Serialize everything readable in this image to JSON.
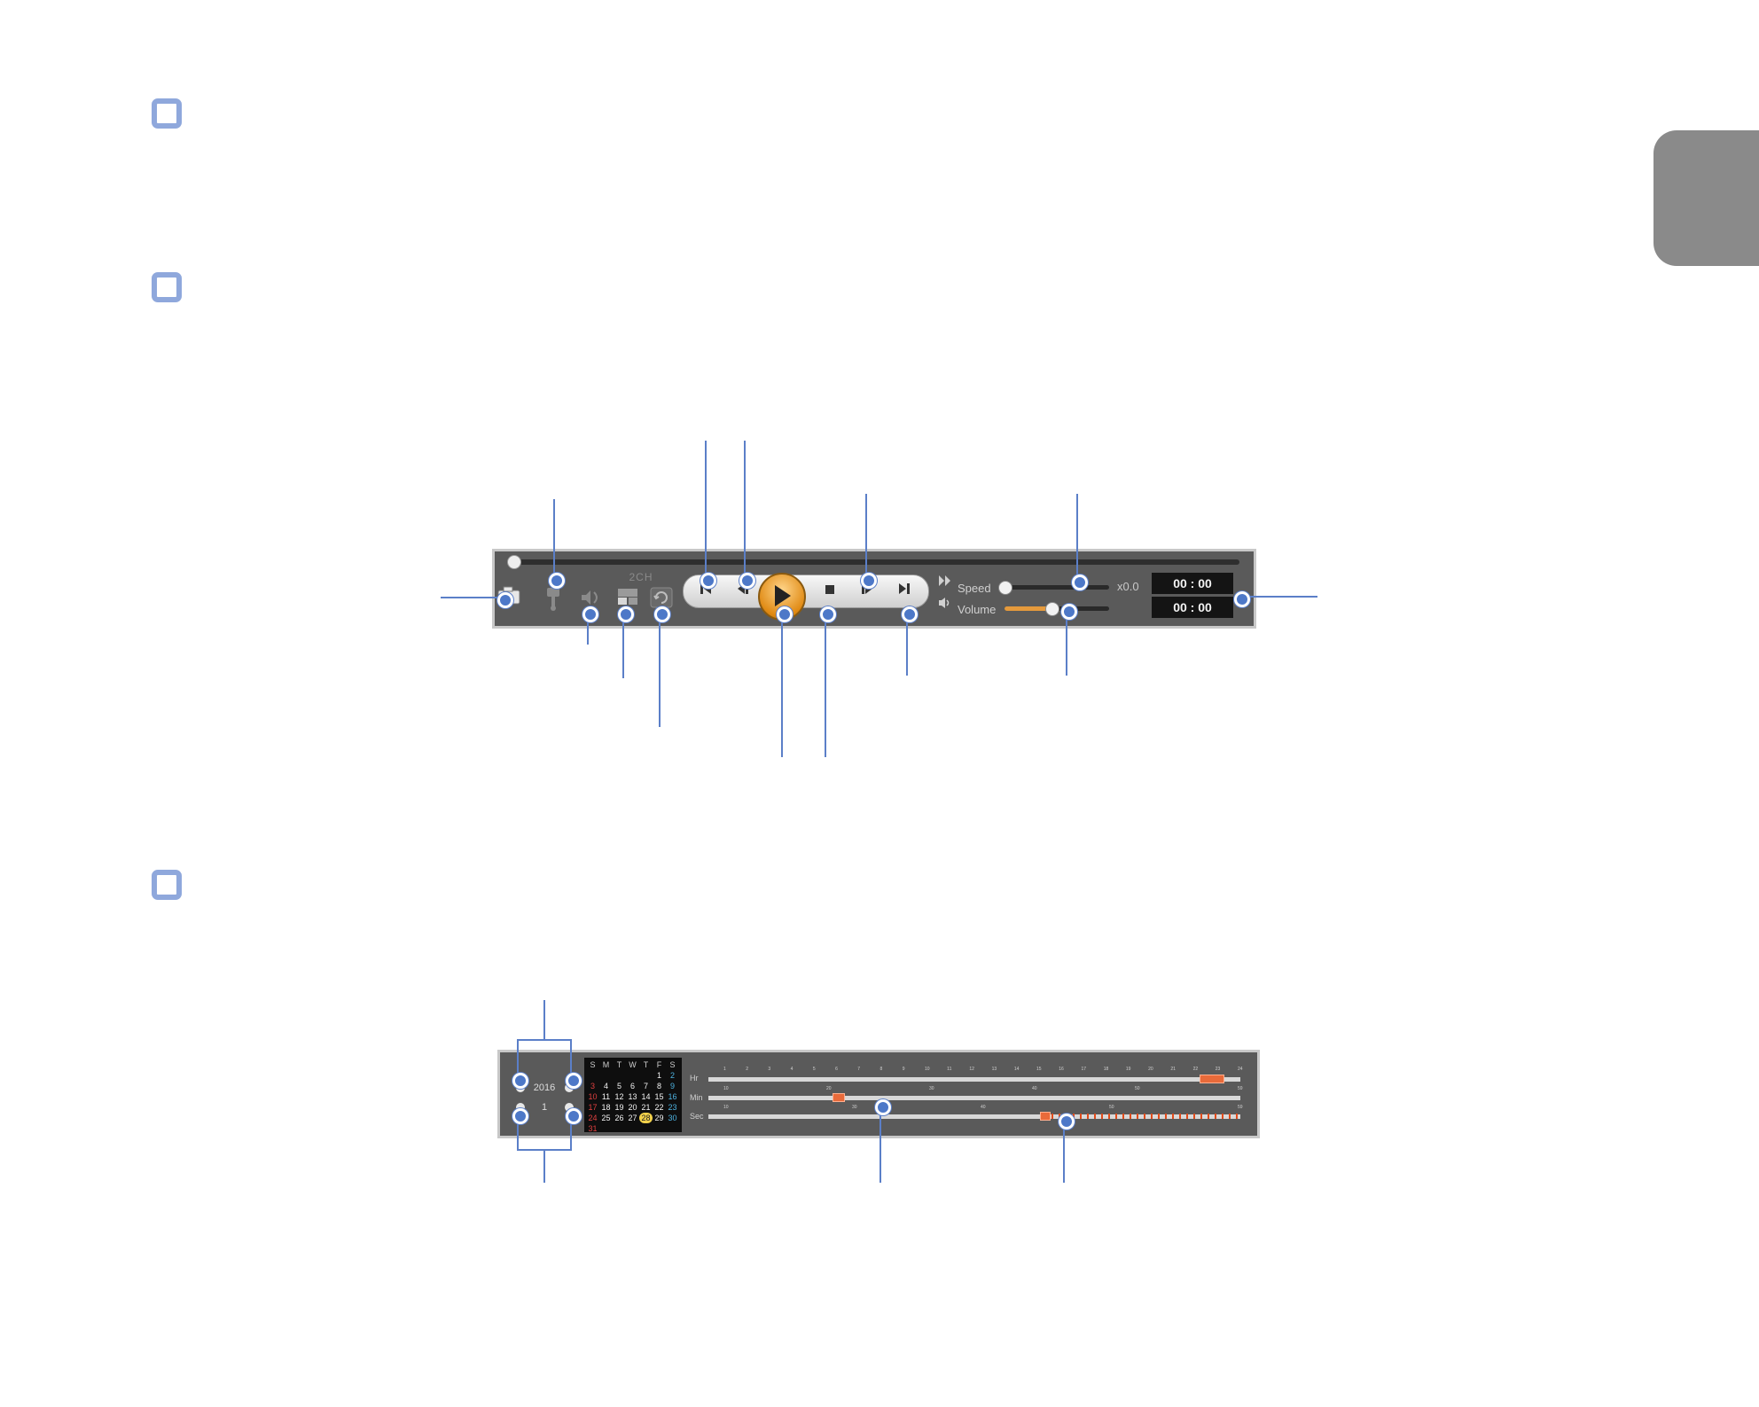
{
  "player": {
    "channel_label": "2CH",
    "speed_label": "Speed",
    "volume_label": "Volume",
    "speed_value": "x0.0",
    "speed_level": 0.0,
    "volume_level": 0.45,
    "time_current": "00 : 00",
    "time_total": "00 : 00"
  },
  "calendar": {
    "year": "2016",
    "month": "1",
    "weekdays": [
      "S",
      "M",
      "T",
      "W",
      "T",
      "F",
      "S"
    ],
    "weeks": [
      [
        "",
        "",
        "",
        "",
        "",
        "1",
        "2"
      ],
      [
        "3",
        "4",
        "5",
        "6",
        "7",
        "8",
        "9"
      ],
      [
        "10",
        "11",
        "12",
        "13",
        "14",
        "15",
        "16"
      ],
      [
        "17",
        "18",
        "19",
        "20",
        "21",
        "22",
        "23"
      ],
      [
        "24",
        "25",
        "26",
        "27",
        "28",
        "29",
        "30"
      ],
      [
        "31",
        "",
        "",
        "",
        "",
        "",
        ""
      ]
    ],
    "selected_day": "28"
  },
  "timeline": {
    "hr_label": "Hr",
    "min_label": "Min",
    "sec_label": "Sec",
    "hr_ticks": [
      "1",
      "2",
      "3",
      "4",
      "5",
      "6",
      "7",
      "8",
      "9",
      "10",
      "11",
      "12",
      "13",
      "14",
      "15",
      "16",
      "17",
      "18",
      "19",
      "20",
      "21",
      "22",
      "23",
      "24"
    ],
    "min_ticks": [
      "10",
      "20",
      "30",
      "40",
      "50",
      "59"
    ],
    "sec_ticks": [
      "10",
      "30",
      "40",
      "50",
      "59"
    ]
  },
  "colors": {
    "accent": "#5b7fc8",
    "panel": "#5a5a5a",
    "orange": "#e86a3a",
    "section_marker": "#8fa8dc",
    "side_tab": "#8a8a8a"
  },
  "icons": [
    "snapshot-icon",
    "setup-icon",
    "audio-channel-icon",
    "screen-layout-icon",
    "rotate-icon",
    "first-frame-icon",
    "prev-frame-icon",
    "play-icon",
    "stop-icon",
    "next-frame-icon",
    "last-frame-icon",
    "speed-icon",
    "volume-icon",
    "year-prev-icon",
    "year-next-icon",
    "month-prev-icon",
    "month-next-icon"
  ]
}
